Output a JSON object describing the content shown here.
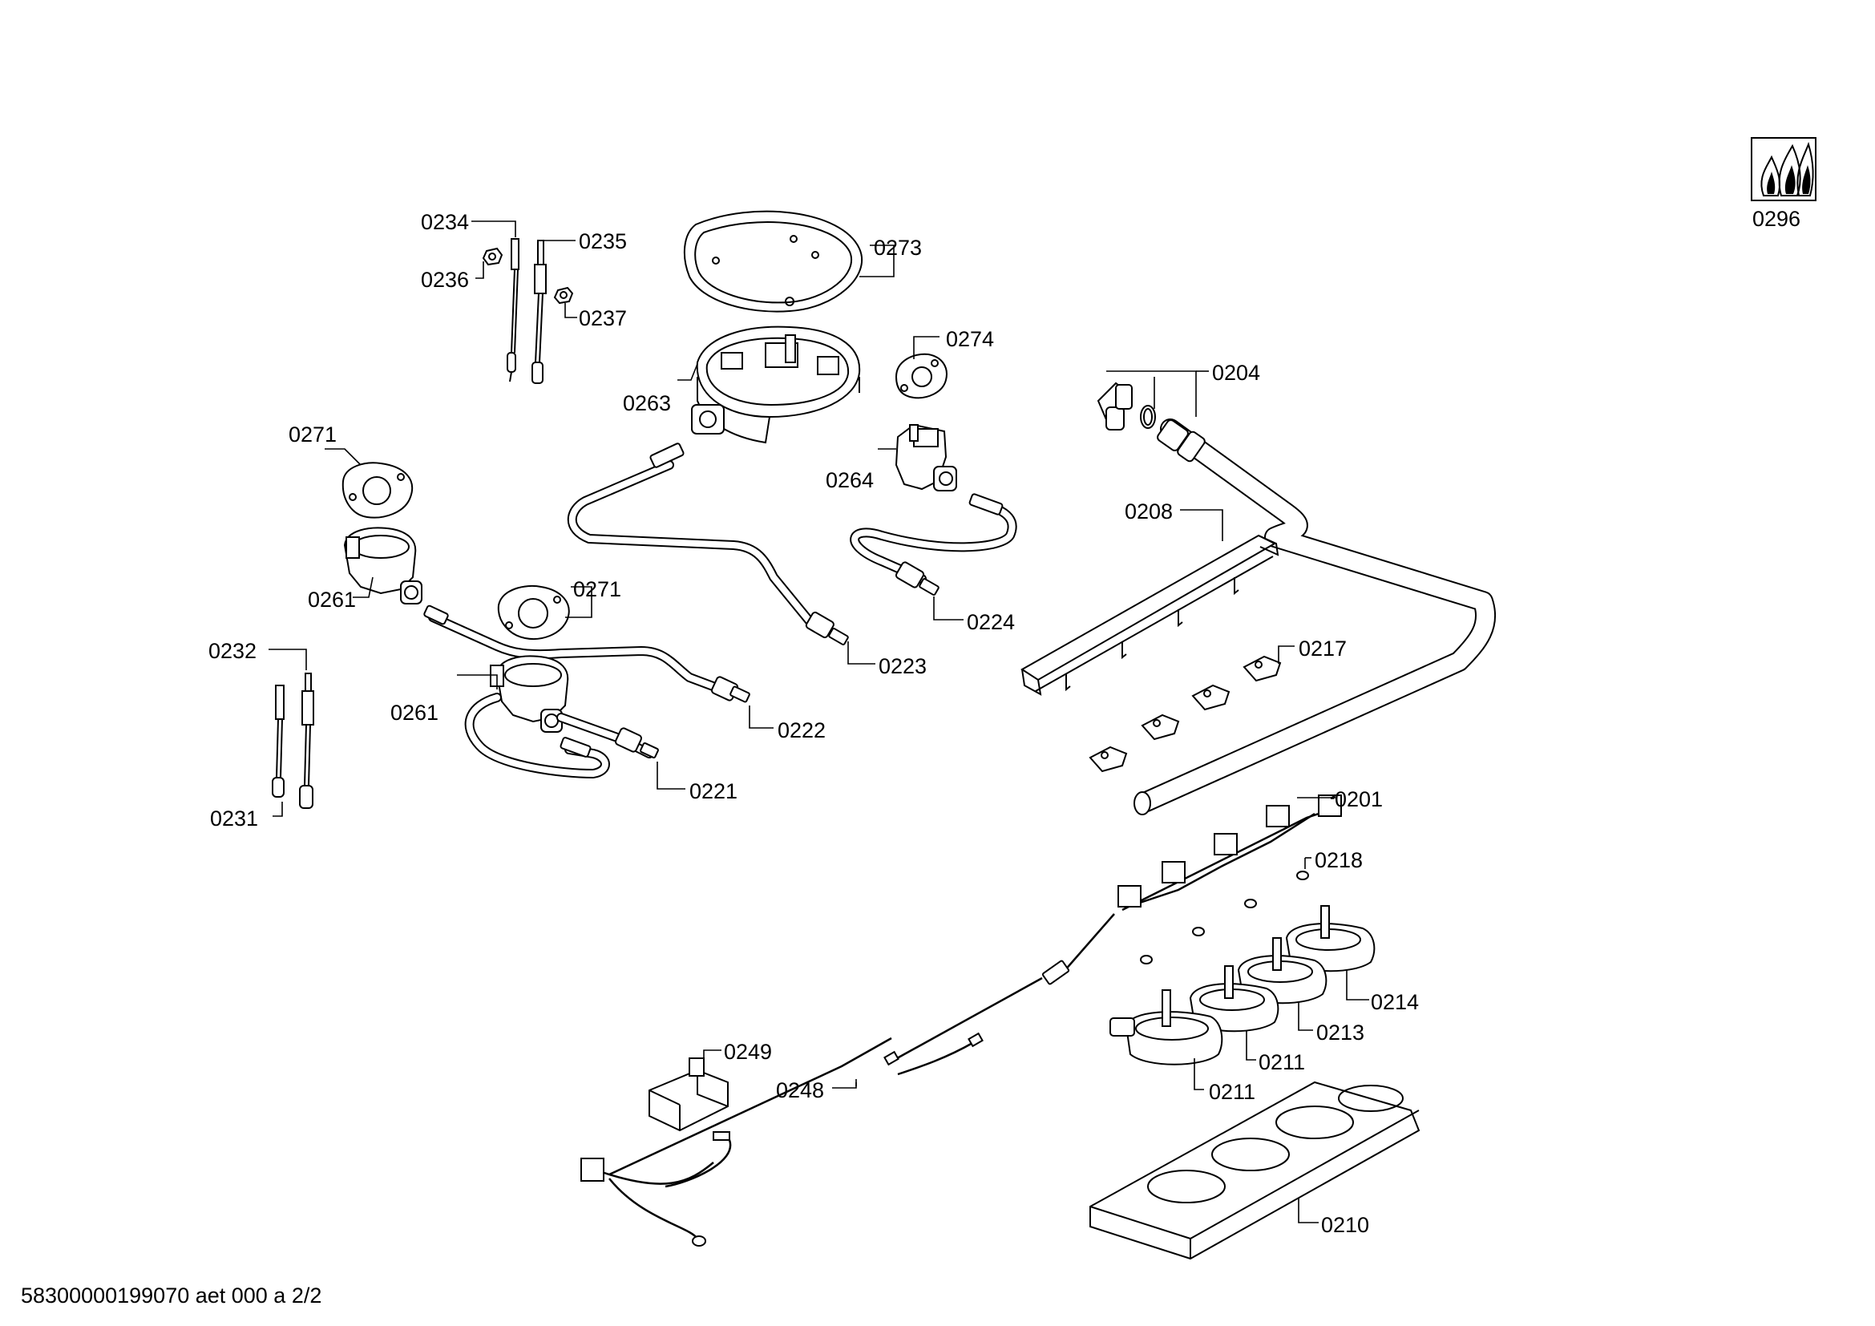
{
  "diagram": {
    "footer": "58300000199070 aet 000 a 2/2",
    "gas_symbol_icon": "gas-flame-icon",
    "labels": {
      "p0296": "0296",
      "p0234": "0234",
      "p0235": "0235",
      "p0236": "0236",
      "p0237": "0237",
      "p0273": "0273",
      "p0274": "0274",
      "p0263": "0263",
      "p0264": "0264",
      "p0204": "0204",
      "p0271a": "0271",
      "p0271b": "0271",
      "p0261a": "0261",
      "p0261b": "0261",
      "p0208": "0208",
      "p0224": "0224",
      "p0223": "0223",
      "p0217": "0217",
      "p0232": "0232",
      "p0222": "0222",
      "p0221": "0221",
      "p0231": "0231",
      "p0201": "0201",
      "p0218": "0218",
      "p0214": "0214",
      "p0213": "0213",
      "p0211a": "0211",
      "p0211b": "0211",
      "p0249": "0249",
      "p0248": "0248",
      "p0210": "0210"
    }
  }
}
